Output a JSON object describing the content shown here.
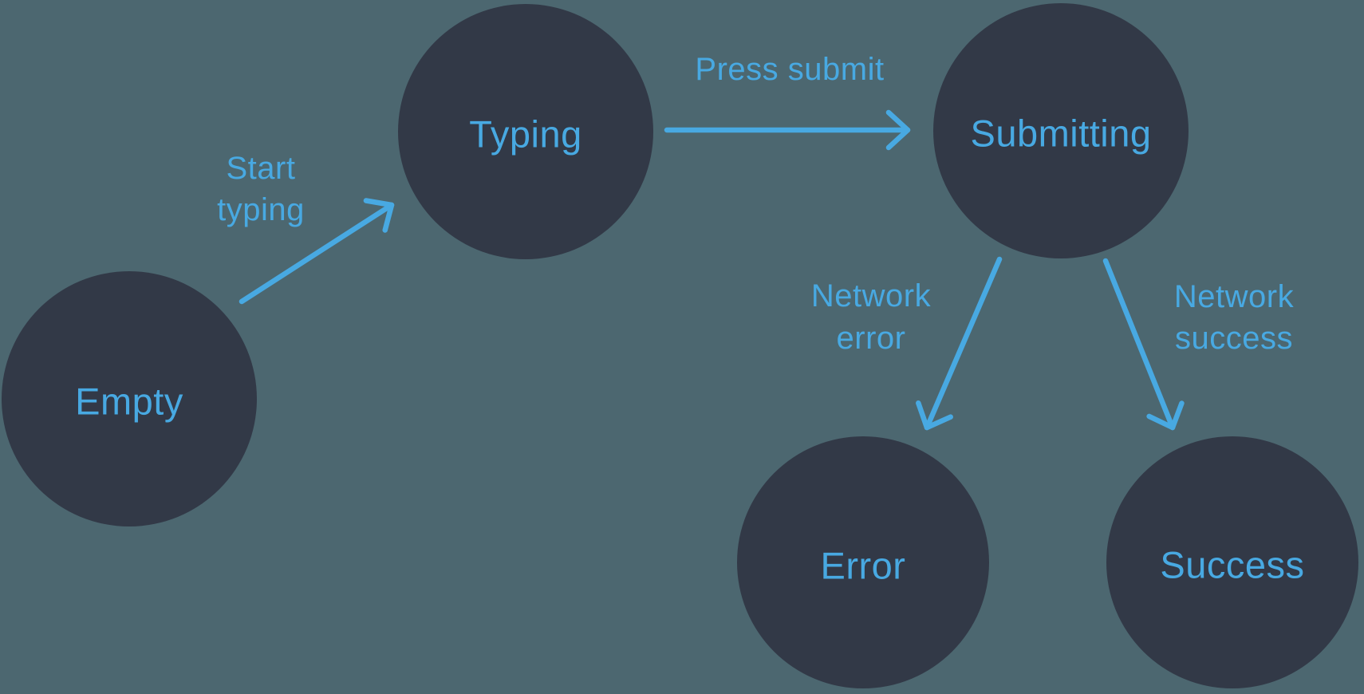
{
  "diagram": {
    "type": "state-machine",
    "states": [
      {
        "id": "empty",
        "label": "Empty"
      },
      {
        "id": "typing",
        "label": "Typing"
      },
      {
        "id": "submitting",
        "label": "Submitting"
      },
      {
        "id": "error",
        "label": "Error"
      },
      {
        "id": "success",
        "label": "Success"
      }
    ],
    "transitions": [
      {
        "id": "start-typing",
        "from": "empty",
        "to": "typing",
        "label_lines": [
          "Start",
          "typing"
        ]
      },
      {
        "id": "press-submit",
        "from": "typing",
        "to": "submitting",
        "label_lines": [
          "Press submit"
        ]
      },
      {
        "id": "network-error",
        "from": "submitting",
        "to": "error",
        "label_lines": [
          "Network",
          "error"
        ]
      },
      {
        "id": "network-success",
        "from": "submitting",
        "to": "success",
        "label_lines": [
          "Network",
          "success"
        ]
      }
    ]
  },
  "colors": {
    "background": "#4C6770",
    "state_fill": "#323947",
    "accent": "#48A9E2"
  }
}
